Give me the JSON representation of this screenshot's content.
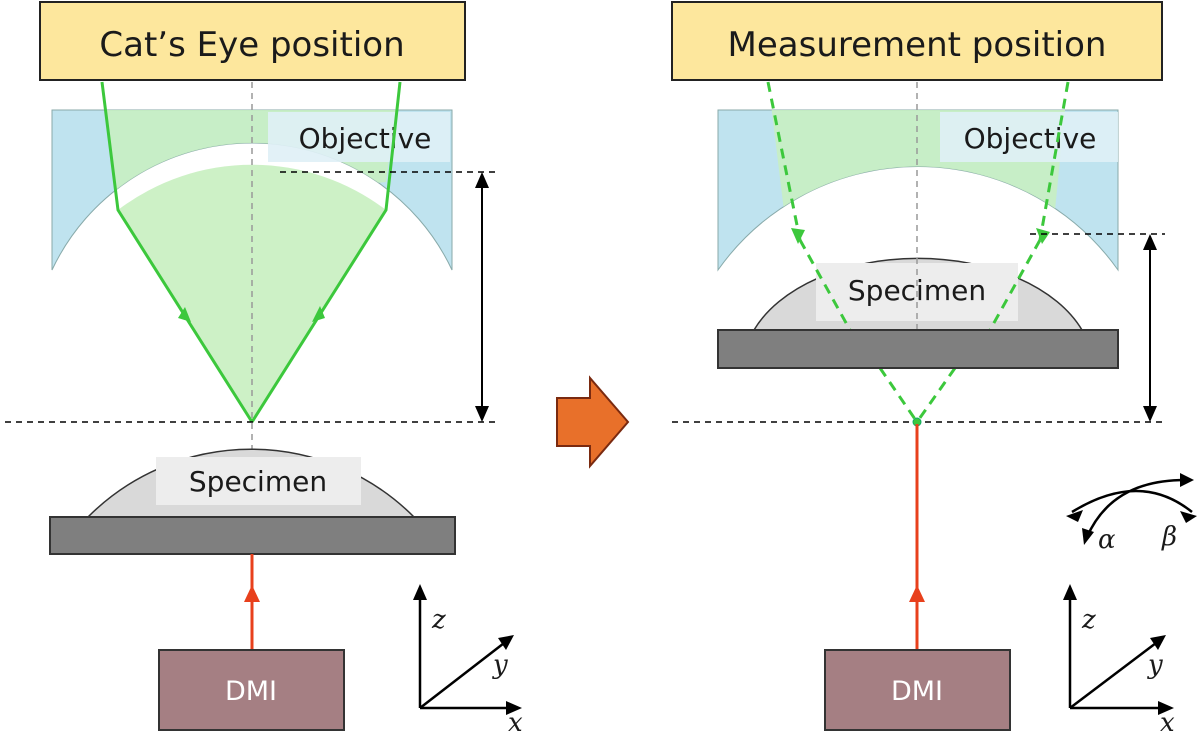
{
  "left": {
    "title": "Cat’s Eye position",
    "objective_label": "Objective",
    "specimen_label": "Specimen",
    "dmi_label": "DMI"
  },
  "right": {
    "title": "Measurement position",
    "objective_label": "Objective",
    "specimen_label": "Specimen",
    "dmi_label": "DMI"
  },
  "axes": {
    "x": "x",
    "y": "y",
    "z": "z"
  },
  "rotation": {
    "alpha": "α",
    "beta": "β"
  },
  "colors": {
    "title_box": "#fde79d",
    "objective": "#bfe3ef",
    "beam": "#3cc83c",
    "beam_fill": "#c8f0c0",
    "specimen": "#d9d9d9",
    "stage": "#7f7f7f",
    "dmi": "#a57f83",
    "laser": "#e8401c",
    "transition_arrow": "#e8702a"
  }
}
